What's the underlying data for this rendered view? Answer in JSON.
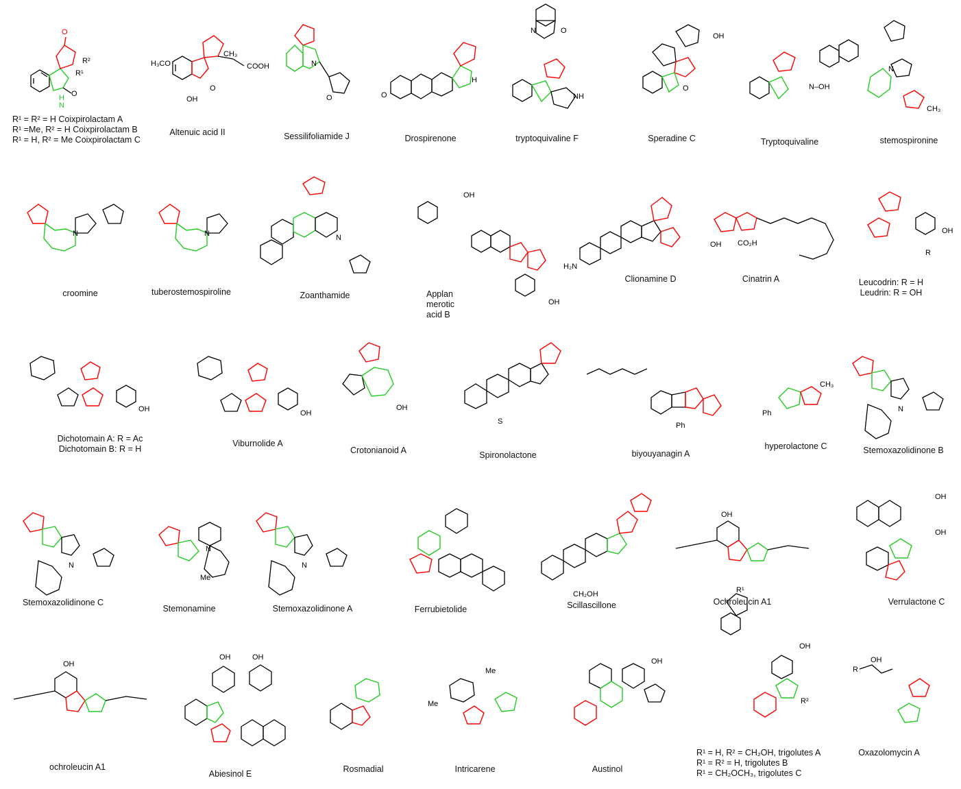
{
  "colors": {
    "ring_red": "#ff0000",
    "ring_green": "#22cc22",
    "bond": "#000000"
  },
  "compounds": [
    {
      "id": "coixpirolactam",
      "lines": [
        "R¹ = R² = H Coixpirolactam A",
        "R¹ =Me, R² = H Coixpirolactam B",
        "R¹ = H, R² = Me Coixpirolactam C"
      ]
    },
    {
      "id": "altenuic-acid-ii",
      "lines": [
        "Altenuic acid II"
      ]
    },
    {
      "id": "sessilifoliamide-j",
      "lines": [
        "Sessilifoliamide J"
      ]
    },
    {
      "id": "drospirenone",
      "lines": [
        "Drospirenone"
      ]
    },
    {
      "id": "tryptoquivaline-f",
      "lines": [
        "tryptoquivaline F"
      ]
    },
    {
      "id": "speradine-c",
      "lines": [
        "Speradine C"
      ]
    },
    {
      "id": "tryptoquivaline",
      "lines": [
        "Tryptoquivaline"
      ]
    },
    {
      "id": "stemospironine",
      "lines": [
        "stemospironine"
      ]
    },
    {
      "id": "croomine",
      "lines": [
        "croomine"
      ]
    },
    {
      "id": "tuberostemospiroline",
      "lines": [
        "tuberostemospiroline"
      ]
    },
    {
      "id": "zoanthamide",
      "lines": [
        "Zoanthamide"
      ]
    },
    {
      "id": "applanmerotic-acid-b",
      "lines": [
        "Applan",
        "merotic",
        "acid B"
      ]
    },
    {
      "id": "clionamine-d",
      "lines": [
        "Clionamine D"
      ]
    },
    {
      "id": "cinatrin-a",
      "lines": [
        "Cinatrin A"
      ]
    },
    {
      "id": "leucodrin",
      "lines": [
        "Leucodrin: R = H",
        "Leudrin: R = OH"
      ]
    },
    {
      "id": "dichotomain",
      "lines": [
        "Dichotomain A: R = Ac",
        "Dichotomain B: R = H"
      ]
    },
    {
      "id": "viburnolide-a",
      "lines": [
        "Viburnolide A"
      ]
    },
    {
      "id": "crotonianoid-a",
      "lines": [
        "Crotonianoid A"
      ]
    },
    {
      "id": "spironolactone",
      "lines": [
        "Spironolactone"
      ]
    },
    {
      "id": "biyouyanagin-a",
      "lines": [
        "biyouyanagin A"
      ]
    },
    {
      "id": "hyperolactone-c",
      "lines": [
        "hyperolactone C"
      ]
    },
    {
      "id": "stemoxazolidinone-b",
      "lines": [
        "Stemoxazolidinone B"
      ]
    },
    {
      "id": "stemoxazolidinone-c",
      "lines": [
        "Stemoxazolidinone C"
      ]
    },
    {
      "id": "stemonamine",
      "lines": [
        "Stemonamine"
      ]
    },
    {
      "id": "stemoxazolidinone-a",
      "lines": [
        "Stemoxazolidinone A"
      ]
    },
    {
      "id": "ferrubietolide",
      "lines": [
        "Ferrubietolide"
      ]
    },
    {
      "id": "scillascillone",
      "lines": [
        "Scillascillone"
      ]
    },
    {
      "id": "ochroleucin-a1",
      "lines": [
        "Ochroleucin A1"
      ]
    },
    {
      "id": "verrulactone-c",
      "lines": [
        "Verrulactone C"
      ]
    },
    {
      "id": "ochroleucin-a1-lower",
      "lines": [
        "ochroleucin A1"
      ]
    },
    {
      "id": "abiesinol-e",
      "lines": [
        "Abiesinol E"
      ]
    },
    {
      "id": "rosmadial",
      "lines": [
        "Rosmadial"
      ]
    },
    {
      "id": "intricarene",
      "lines": [
        "Intricarene"
      ]
    },
    {
      "id": "austinol",
      "lines": [
        "Austinol"
      ]
    },
    {
      "id": "trigolutes",
      "lines": [
        "R¹ = H, R² = CH₂OH, trigolutes A",
        "R¹ = R² = H, trigolutes B",
        "R¹ = CH₂OCH₃, trigolutes C"
      ]
    },
    {
      "id": "oxazolomycin-a",
      "lines": [
        "Oxazolomycin A"
      ]
    }
  ],
  "atoms": {
    "h3co": "H₃CO",
    "cooh": "COOH",
    "ch3": "CH₃",
    "oh": "OH",
    "o": "O",
    "n": "N",
    "nh": "NH",
    "h": "H",
    "me": "Me",
    "r": "R",
    "r1": "R¹",
    "r2": "R²",
    "h2n": "H₂N",
    "co2h": "CO₂H",
    "ch2oh": "CH₂OH",
    "ome": "O",
    "ph": "Ph",
    "s": "S",
    "n-oh": "N–OH"
  }
}
